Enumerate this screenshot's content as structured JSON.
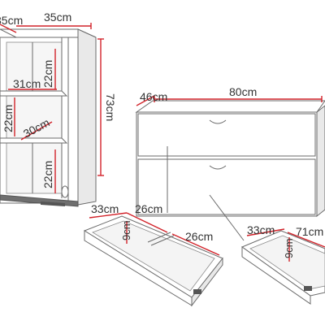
{
  "shelf_unit": {
    "depth_label": "35cm",
    "width_label": "35cm",
    "height_label": "73cm",
    "inner_width_label": "31cm",
    "upper_compartment_label": "22cm",
    "middle_left_label": "22cm",
    "middle_depth_label": "30cm",
    "lower_compartment_label": "22cm"
  },
  "dresser": {
    "depth_label": "46cm",
    "width_label": "80cm"
  },
  "drawer_left": {
    "depth_label": "33cm",
    "width_a_label": "26cm",
    "width_b_label": "26cm",
    "height_label": "9cm"
  },
  "drawer_right": {
    "depth_label": "33cm",
    "width_label": "71cm",
    "height_label": "9cm"
  }
}
